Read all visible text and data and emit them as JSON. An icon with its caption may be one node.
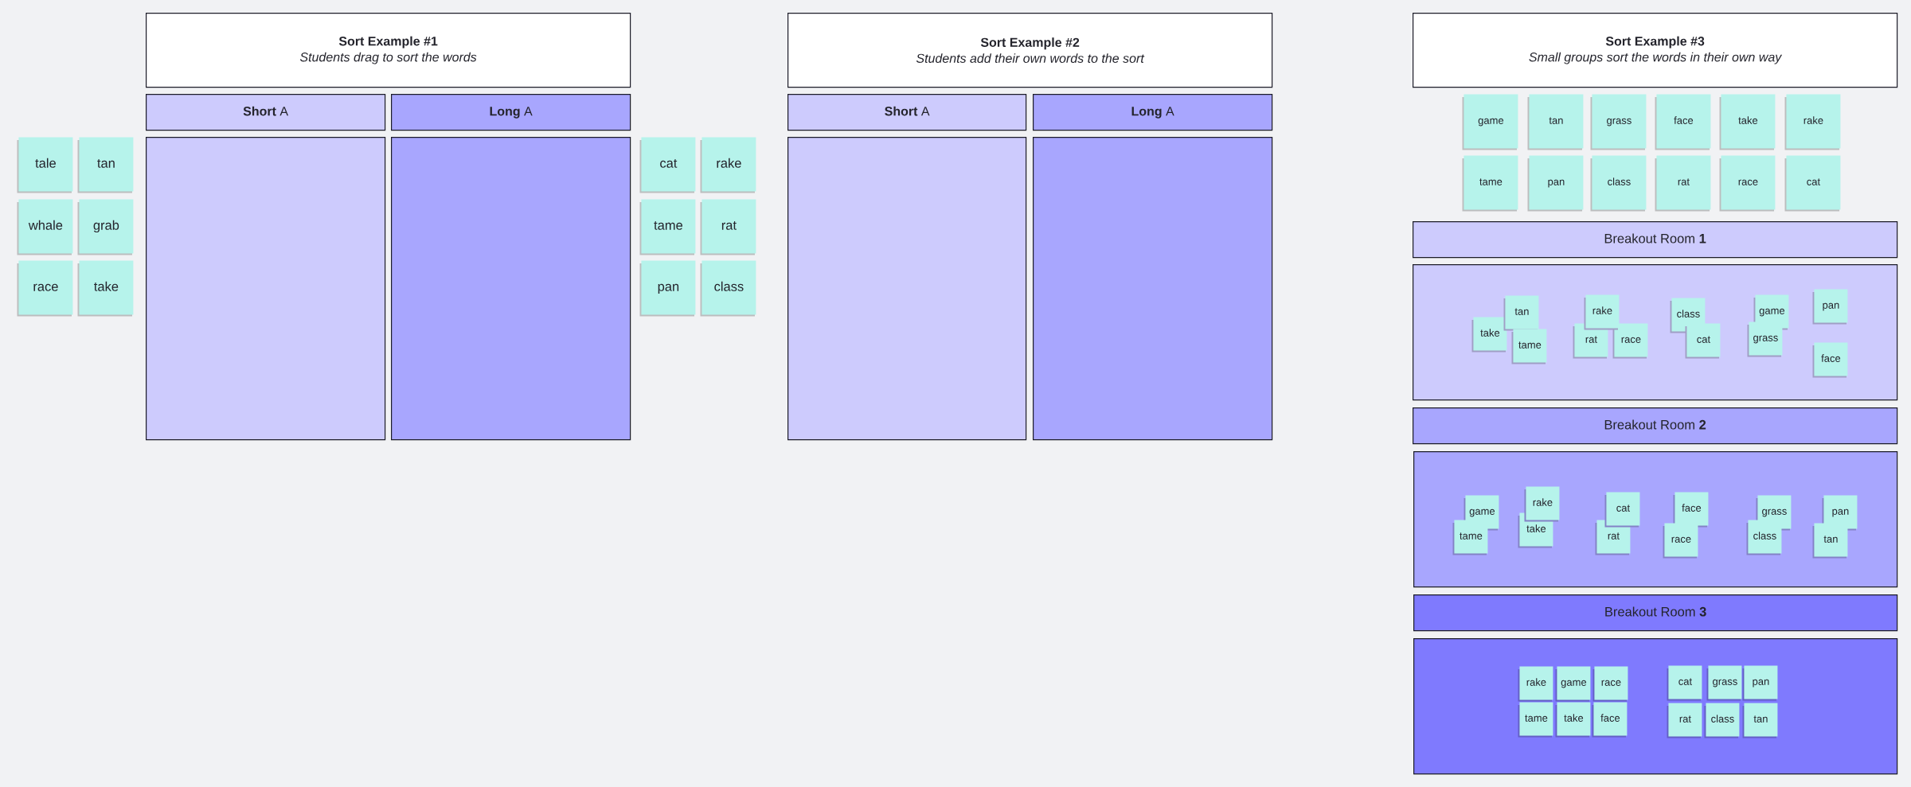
{
  "diagram": {
    "nodes": [
      {
        "text": [
          "Sort Example #1",
          "Students drag to sort the words"
        ]
      },
      {
        "text": [
          "**Short** A"
        ]
      },
      {
        "text": [
          "**Long** A"
        ]
      },
      {
        "text": [],
        "shape": "box"
      },
      {
        "text": [],
        "shape": "box"
      },
      {
        "text": [
          "tale"
        ]
      },
      {
        "text": [
          "tan"
        ]
      },
      {
        "text": [
          "whale"
        ]
      },
      {
        "text": [
          "grab"
        ]
      },
      {
        "text": [
          "race"
        ]
      },
      {
        "text": [
          "take"
        ]
      },
      {
        "text": [
          "Sort Example #2",
          "Students add their own words to the sort"
        ]
      },
      {
        "text": [
          "**Short** A"
        ]
      },
      {
        "text": [
          "**Long** A"
        ]
      },
      {
        "text": [],
        "shape": "box"
      },
      {
        "text": [],
        "shape": "box"
      },
      {
        "text": [
          "cat"
        ]
      },
      {
        "text": [
          "rake"
        ]
      },
      {
        "text": [
          "tame"
        ]
      },
      {
        "text": [
          "rat"
        ]
      },
      {
        "text": [
          "pan"
        ]
      },
      {
        "text": [
          "class"
        ]
      },
      {
        "text": [
          "Sort Example #3",
          "Small groups sort the words in their own way"
        ]
      },
      {
        "text": [
          "game"
        ]
      },
      {
        "text": [
          "tan"
        ]
      },
      {
        "text": [
          "grass"
        ]
      },
      {
        "text": [
          "face"
        ]
      },
      {
        "text": [
          "take"
        ]
      },
      {
        "text": [
          "rake"
        ]
      },
      {
        "text": [
          "tame"
        ]
      },
      {
        "text": [
          "pan"
        ]
      },
      {
        "text": [
          "class"
        ]
      },
      {
        "text": [
          "rat"
        ]
      },
      {
        "text": [
          "race"
        ]
      },
      {
        "text": [
          "cat"
        ]
      },
      {
        "text": [
          "Breakout Room **1**"
        ]
      },
      {
        "text": [],
        "shape": "box"
      },
      {
        "text": [
          "take"
        ],
        "in": 36
      },
      {
        "text": [
          "tan"
        ],
        "in": 36
      },
      {
        "text": [
          "tame"
        ],
        "in": 36
      },
      {
        "text": [
          "rat"
        ],
        "in": 36
      },
      {
        "text": [
          "race"
        ],
        "in": 36
      },
      {
        "text": [
          "rake"
        ],
        "in": 36
      },
      {
        "text": [
          "class"
        ],
        "in": 36
      },
      {
        "text": [
          "cat"
        ],
        "in": 36
      },
      {
        "text": [
          "game"
        ],
        "in": 36
      },
      {
        "text": [
          "grass"
        ],
        "in": 36
      },
      {
        "text": [
          "pan"
        ],
        "in": 36
      },
      {
        "text": [
          "face"
        ],
        "in": 36
      },
      {
        "text": [
          "Breakout Room **2**"
        ]
      },
      {
        "text": [],
        "shape": "box"
      },
      {
        "text": [
          "game"
        ],
        "in": 50
      },
      {
        "text": [
          "tame"
        ],
        "in": 50
      },
      {
        "text": [
          "take"
        ],
        "in": 50
      },
      {
        "text": [
          "rake"
        ],
        "in": 50
      },
      {
        "text": [
          "rat"
        ],
        "in": 50
      },
      {
        "text": [
          "cat"
        ],
        "in": 50
      },
      {
        "text": [
          "face"
        ],
        "in": 50
      },
      {
        "text": [
          "race"
        ],
        "in": 50
      },
      {
        "text": [
          "grass"
        ],
        "in": 50
      },
      {
        "text": [
          "class"
        ],
        "in": 50
      },
      {
        "text": [
          "pan"
        ],
        "in": 50
      },
      {
        "text": [
          "tan"
        ],
        "in": 50
      },
      {
        "text": [
          "Breakout Room **3**"
        ]
      },
      {
        "text": [],
        "shape": "box"
      },
      {
        "text": [
          "rake"
        ],
        "in": 64
      },
      {
        "text": [
          "game"
        ],
        "in": 64
      },
      {
        "text": [
          "race"
        ],
        "in": 64
      },
      {
        "text": [
          "tame"
        ],
        "in": 64
      },
      {
        "text": [
          "take"
        ],
        "in": 64
      },
      {
        "text": [
          "face"
        ],
        "in": 64
      },
      {
        "text": [
          "cat"
        ],
        "in": 64
      },
      {
        "text": [
          "grass"
        ],
        "in": 64
      },
      {
        "text": [
          "pan"
        ],
        "in": 64
      },
      {
        "text": [
          "rat"
        ],
        "in": 64
      },
      {
        "text": [
          "class"
        ],
        "in": 64
      },
      {
        "text": [
          "tan"
        ],
        "in": 64
      }
    ]
  }
}
